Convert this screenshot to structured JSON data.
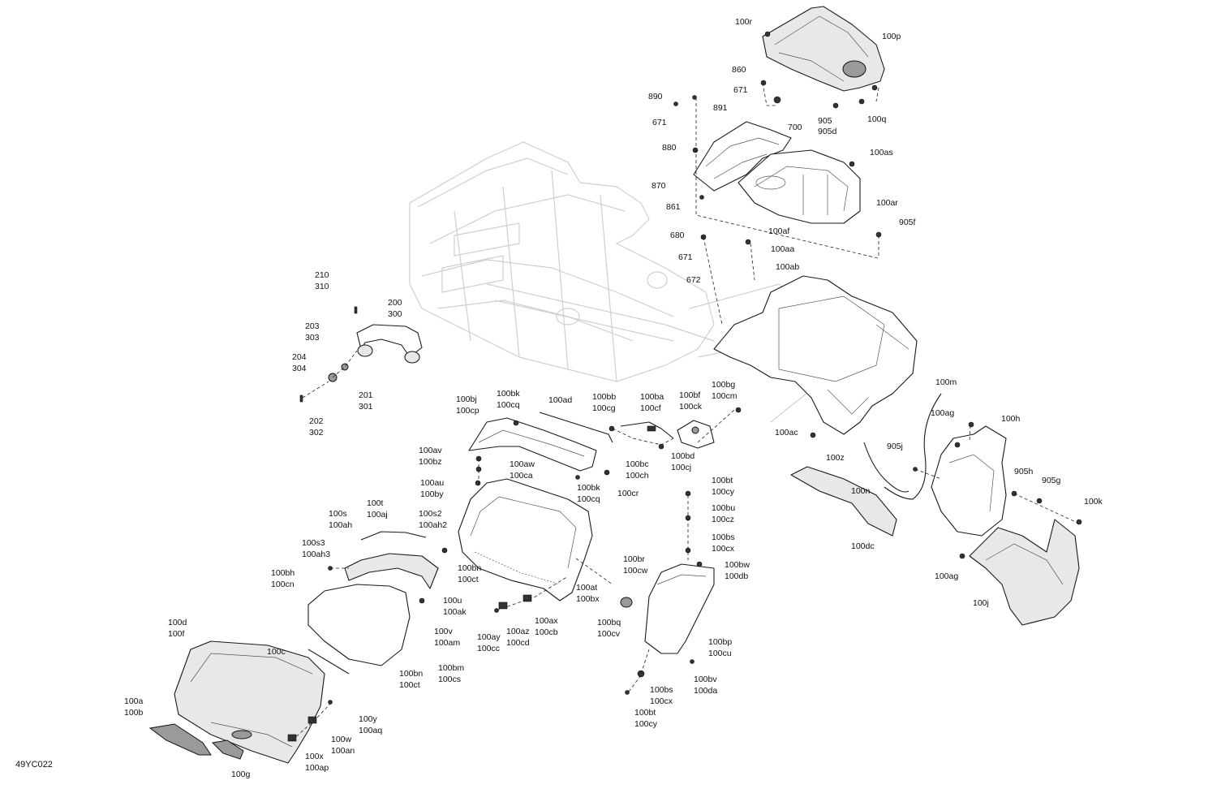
{
  "diagram_code": "49YC022",
  "labels": [
    {
      "id": "100r",
      "lines": [
        "100r"
      ]
    },
    {
      "id": "100p",
      "lines": [
        "100p"
      ]
    },
    {
      "id": "860",
      "lines": [
        "860"
      ]
    },
    {
      "id": "671a",
      "lines": [
        "671"
      ]
    },
    {
      "id": "890",
      "lines": [
        "890"
      ]
    },
    {
      "id": "891",
      "lines": [
        "891"
      ]
    },
    {
      "id": "905",
      "lines": [
        "905",
        "905d"
      ]
    },
    {
      "id": "100q",
      "lines": [
        "100q"
      ]
    },
    {
      "id": "671b",
      "lines": [
        "671"
      ]
    },
    {
      "id": "700",
      "lines": [
        "700"
      ]
    },
    {
      "id": "880",
      "lines": [
        "880"
      ]
    },
    {
      "id": "100as",
      "lines": [
        "100as"
      ]
    },
    {
      "id": "870",
      "lines": [
        "870"
      ]
    },
    {
      "id": "861",
      "lines": [
        "861"
      ]
    },
    {
      "id": "100ar",
      "lines": [
        "100ar"
      ]
    },
    {
      "id": "905f",
      "lines": [
        "905f"
      ]
    },
    {
      "id": "680",
      "lines": [
        "680"
      ]
    },
    {
      "id": "100af",
      "lines": [
        "100af"
      ]
    },
    {
      "id": "100aa",
      "lines": [
        "100aa"
      ]
    },
    {
      "id": "671c",
      "lines": [
        "671"
      ]
    },
    {
      "id": "100ab",
      "lines": [
        "100ab"
      ]
    },
    {
      "id": "672",
      "lines": [
        "672"
      ]
    },
    {
      "id": "210",
      "lines": [
        "210",
        "310"
      ]
    },
    {
      "id": "200",
      "lines": [
        "200",
        "300"
      ]
    },
    {
      "id": "203",
      "lines": [
        "203",
        "303"
      ]
    },
    {
      "id": "204",
      "lines": [
        "204",
        "304"
      ]
    },
    {
      "id": "201",
      "lines": [
        "201",
        "301"
      ]
    },
    {
      "id": "202",
      "lines": [
        "202",
        "302"
      ]
    },
    {
      "id": "100bj",
      "lines": [
        "100bj",
        "100cp"
      ]
    },
    {
      "id": "100bk_a",
      "lines": [
        "100bk",
        "100cq"
      ]
    },
    {
      "id": "100ad",
      "lines": [
        "100ad"
      ]
    },
    {
      "id": "100bb",
      "lines": [
        "100bb",
        "100cg"
      ]
    },
    {
      "id": "100ba",
      "lines": [
        "100ba",
        "100cf"
      ]
    },
    {
      "id": "100bf",
      "lines": [
        "100bf",
        "100ck"
      ]
    },
    {
      "id": "100bg",
      "lines": [
        "100bg",
        "100cm"
      ]
    },
    {
      "id": "100m",
      "lines": [
        "100m"
      ]
    },
    {
      "id": "100ag_a",
      "lines": [
        "100ag"
      ]
    },
    {
      "id": "100h",
      "lines": [
        "100h"
      ]
    },
    {
      "id": "100ac",
      "lines": [
        "100ac"
      ]
    },
    {
      "id": "100z",
      "lines": [
        "100z"
      ]
    },
    {
      "id": "905j",
      "lines": [
        "905j"
      ]
    },
    {
      "id": "100av",
      "lines": [
        "100av",
        "100bz"
      ]
    },
    {
      "id": "100aw",
      "lines": [
        "100aw",
        "100ca"
      ]
    },
    {
      "id": "100bc",
      "lines": [
        "100bc",
        "100ch"
      ]
    },
    {
      "id": "100bd",
      "lines": [
        "100bd",
        "100cj"
      ]
    },
    {
      "id": "905h",
      "lines": [
        "905h"
      ]
    },
    {
      "id": "905g",
      "lines": [
        "905g"
      ]
    },
    {
      "id": "100au",
      "lines": [
        "100au",
        "100by"
      ]
    },
    {
      "id": "100bk_b",
      "lines": [
        "100bk",
        "100cq"
      ]
    },
    {
      "id": "100cr",
      "lines": [
        "100cr"
      ]
    },
    {
      "id": "100bt_a",
      "lines": [
        "100bt",
        "100cy"
      ]
    },
    {
      "id": "100n",
      "lines": [
        "100n"
      ]
    },
    {
      "id": "100k",
      "lines": [
        "100k"
      ]
    },
    {
      "id": "100s",
      "lines": [
        "100s",
        "100ah"
      ]
    },
    {
      "id": "100t",
      "lines": [
        "100t",
        "100aj"
      ]
    },
    {
      "id": "100s2",
      "lines": [
        "100s2",
        "100ah2"
      ]
    },
    {
      "id": "100bu",
      "lines": [
        "100bu",
        "100cz"
      ]
    },
    {
      "id": "100dc",
      "lines": [
        "100dc"
      ]
    },
    {
      "id": "100s3",
      "lines": [
        "100s3",
        "100ah3"
      ]
    },
    {
      "id": "100bs_a",
      "lines": [
        "100bs",
        "100cx"
      ]
    },
    {
      "id": "100br",
      "lines": [
        "100br",
        "100cw"
      ]
    },
    {
      "id": "100bw",
      "lines": [
        "100bw",
        "100db"
      ]
    },
    {
      "id": "100bh",
      "lines": [
        "100bh",
        "100cn"
      ]
    },
    {
      "id": "100bn_a",
      "lines": [
        "100bn",
        "100ct"
      ]
    },
    {
      "id": "100ag_b",
      "lines": [
        "100ag"
      ]
    },
    {
      "id": "100at",
      "lines": [
        "100at",
        "100bx"
      ]
    },
    {
      "id": "100u",
      "lines": [
        "100u",
        "100ak"
      ]
    },
    {
      "id": "100j",
      "lines": [
        "100j"
      ]
    },
    {
      "id": "100ax",
      "lines": [
        "100ax",
        "100cb"
      ]
    },
    {
      "id": "100bq",
      "lines": [
        "100bq",
        "100cv"
      ]
    },
    {
      "id": "100d",
      "lines": [
        "100d",
        "100f"
      ]
    },
    {
      "id": "100v",
      "lines": [
        "100v",
        "100am"
      ]
    },
    {
      "id": "100ay",
      "lines": [
        "100ay",
        "100cc"
      ]
    },
    {
      "id": "100az",
      "lines": [
        "100az",
        "100cd"
      ]
    },
    {
      "id": "100c",
      "lines": [
        "100c"
      ]
    },
    {
      "id": "100bp",
      "lines": [
        "100bp",
        "100cu"
      ]
    },
    {
      "id": "100bm",
      "lines": [
        "100bm",
        "100cs"
      ]
    },
    {
      "id": "100bn_b",
      "lines": [
        "100bn",
        "100ct"
      ]
    },
    {
      "id": "100bv",
      "lines": [
        "100bv",
        "100da"
      ]
    },
    {
      "id": "100bs_b",
      "lines": [
        "100bs",
        "100cx"
      ]
    },
    {
      "id": "100a",
      "lines": [
        "100a",
        "100b"
      ]
    },
    {
      "id": "100y",
      "lines": [
        "100y",
        "100aq"
      ]
    },
    {
      "id": "100bt_b",
      "lines": [
        "100bt",
        "100cy"
      ]
    },
    {
      "id": "100w",
      "lines": [
        "100w",
        "100an"
      ]
    },
    {
      "id": "100x",
      "lines": [
        "100x",
        "100ap"
      ]
    },
    {
      "id": "100g",
      "lines": [
        "100g"
      ]
    }
  ]
}
